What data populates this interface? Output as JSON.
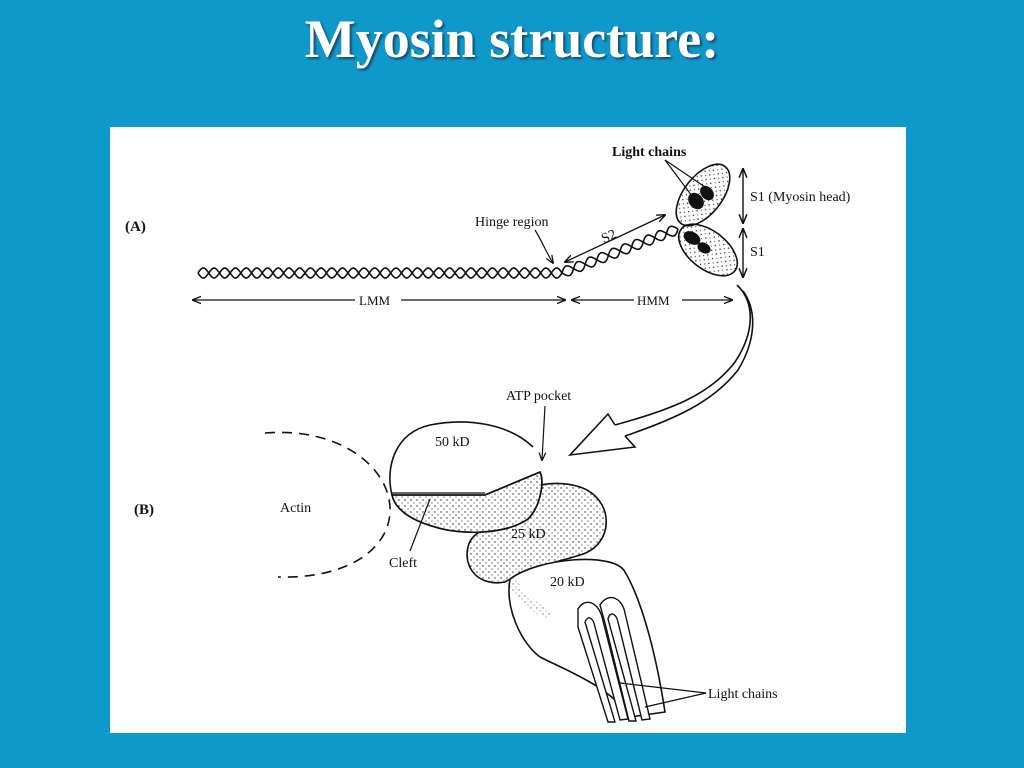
{
  "slide": {
    "title": "Myosin structure:",
    "background_color": "#0f99cb"
  },
  "diagram": {
    "panel_a": {
      "label": "(A)",
      "light_chains": "Light chains",
      "s1_myosin_head": "S1 (Myosin head)",
      "s1": "S1",
      "hinge_region": "Hinge region",
      "s2": "S2",
      "lmm": "LMM",
      "hmm": "HMM"
    },
    "panel_b": {
      "label": "(B)",
      "atp_pocket": "ATP pocket",
      "kd50": "50 kD",
      "actin": "Actin",
      "kd25": "25 kD",
      "cleft": "Cleft",
      "kd20": "20 kD",
      "light_chains": "Light chains"
    }
  }
}
